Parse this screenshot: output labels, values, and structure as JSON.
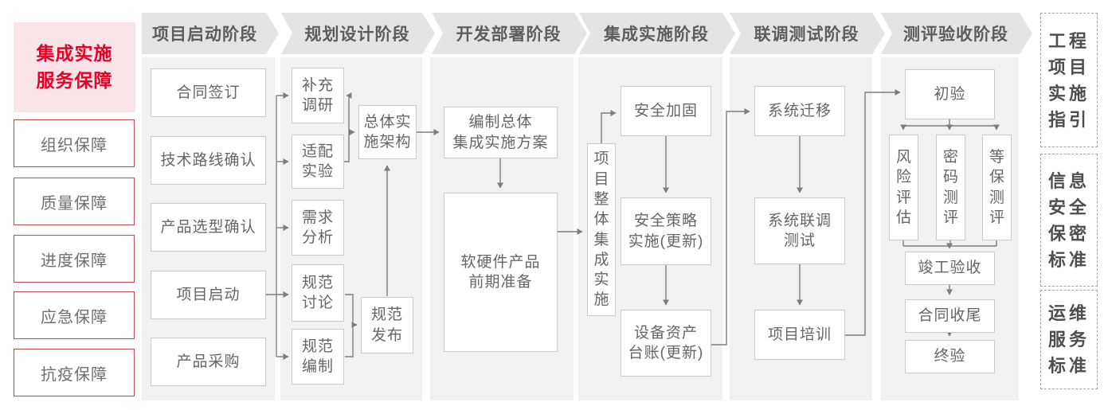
{
  "sidebar": {
    "title": "集成实施\n服务保障",
    "items": [
      {
        "label": "组织保障"
      },
      {
        "label": "质量保障"
      },
      {
        "label": "进度保障"
      },
      {
        "label": "应急保障"
      },
      {
        "label": "抗疫保障"
      }
    ]
  },
  "phases": [
    {
      "header": "项目启动阶段",
      "boxes": [
        {
          "label": "合同签订"
        },
        {
          "label": "技术路线确认"
        },
        {
          "label": "产品选型确认"
        },
        {
          "label": "项目启动"
        },
        {
          "label": "产品采购"
        }
      ]
    },
    {
      "header": "规划设计阶段",
      "boxes": [
        {
          "label": "补充\n调研"
        },
        {
          "label": "适配\n实验"
        },
        {
          "label": "需求\n分析"
        },
        {
          "label": "规范\n讨论"
        },
        {
          "label": "规范\n编制"
        },
        {
          "label": "总体实\n施架构"
        },
        {
          "label": "规范\n发布"
        }
      ]
    },
    {
      "header": "开发部署阶段",
      "boxes": [
        {
          "label": "编制总体\n集成实施方案"
        },
        {
          "label": "软硬件产品\n前期准备"
        }
      ]
    },
    {
      "header": "集成实施阶段",
      "boxes": [
        {
          "label": "项目整体集成实施"
        },
        {
          "label": "安全加固"
        },
        {
          "label": "安全策略\n实施(更新)"
        },
        {
          "label": "设备资产\n台账(更新)"
        }
      ]
    },
    {
      "header": "联调测试阶段",
      "boxes": [
        {
          "label": "系统迁移"
        },
        {
          "label": "系统联调\n测试"
        },
        {
          "label": "项目培训"
        }
      ]
    },
    {
      "header": "测评验收阶段",
      "boxes": [
        {
          "label": "初验"
        },
        {
          "label": "风险评估"
        },
        {
          "label": "密码测评"
        },
        {
          "label": "等保测评"
        },
        {
          "label": "竣工验收"
        },
        {
          "label": "合同收尾"
        },
        {
          "label": "终验"
        }
      ]
    }
  ],
  "references": [
    {
      "label": "工程\n项目\n实施\n指引"
    },
    {
      "label": "信息\n安全\n保密\n标准"
    },
    {
      "label": "运维\n服务\n标准"
    }
  ],
  "colors": {
    "accent_red": "#e60127",
    "pink_bg": "#fbe4e8",
    "red_border": "#c34a55",
    "band_gray": "#e4e4e4",
    "panel_gray": "#f2f1f1",
    "box_border": "#cbcbcb",
    "line_gray": "#7d7d7d",
    "text_gray": "#666666"
  }
}
